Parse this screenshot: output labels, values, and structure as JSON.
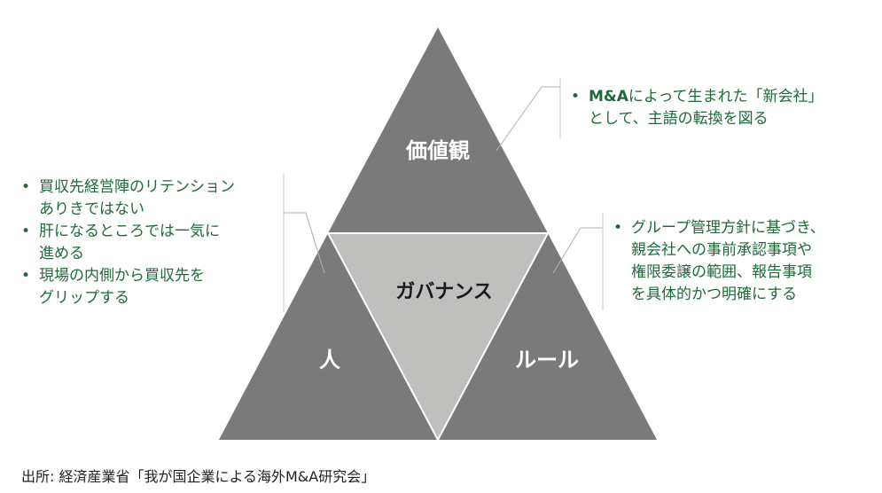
{
  "triangles": {
    "top_label": "価値観",
    "left_label": "人",
    "right_label": "ルール",
    "center_label": "ガバナンス"
  },
  "notes": {
    "top": {
      "items": [
        {
          "strong": "M&A",
          "rest": "によって生まれた「新会社」",
          "line2": "として、主語の転換を図る"
        }
      ]
    },
    "left": {
      "items": [
        {
          "line1": "買収先経営陣のリテンション",
          "line2": "ありきではない"
        },
        {
          "line1": "肝になるところでは一気に",
          "line2": "進める"
        },
        {
          "line1": "現場の内側から買収先を",
          "line2": "グリップする"
        }
      ]
    },
    "right": {
      "items": [
        {
          "line1": "グループ管理方針に基づき、",
          "line2": "親会社への事前承認事項や",
          "line3": "権限委譲の範囲、報告事項",
          "line4": "を具体的かつ明確にする"
        }
      ]
    }
  },
  "source": "出所: 経済産業省「我が国企業による海外M&A研究会」",
  "colors": {
    "outer_triangles": "#7a7a7a",
    "center_triangle": "#bfbfbd",
    "note_text": "#1e6b38",
    "connector": "#b0b0b0"
  }
}
